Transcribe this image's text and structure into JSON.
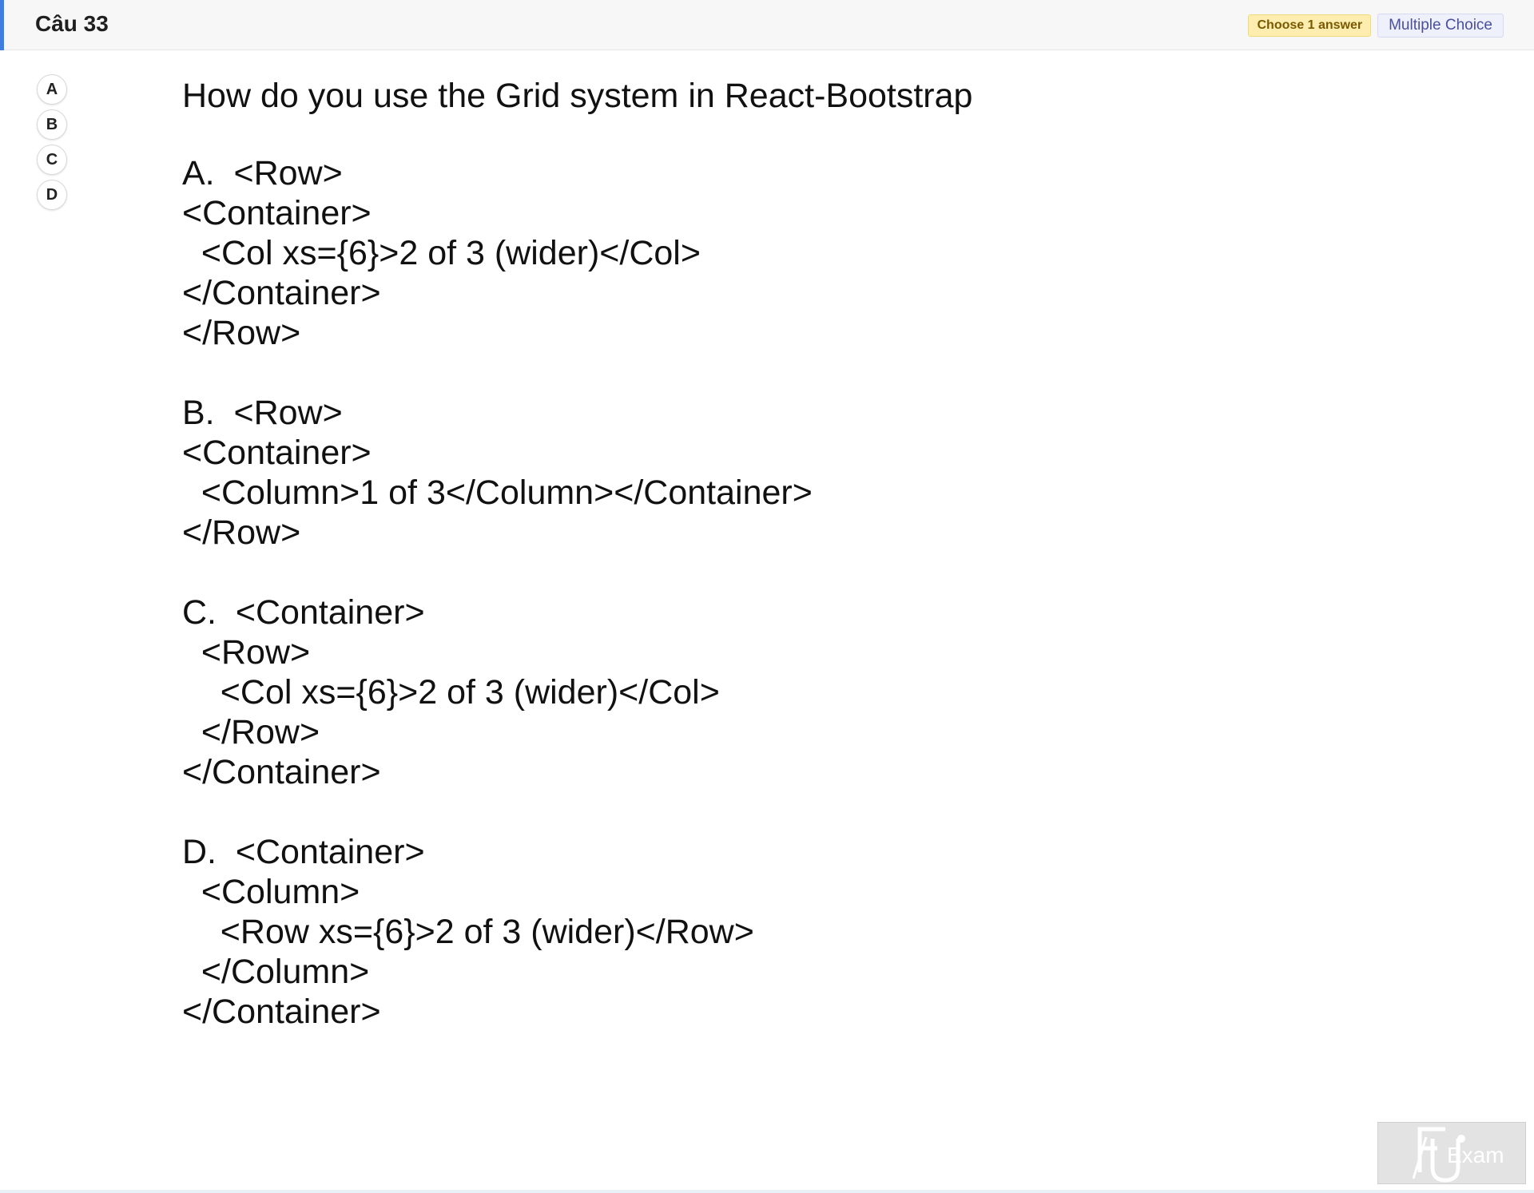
{
  "header": {
    "question_number": "Câu 33",
    "badge_choose": "Choose 1 answer",
    "badge_type": "Multiple Choice",
    "accent_color": "#3d7fe0"
  },
  "options": [
    {
      "label": "A"
    },
    {
      "label": "B"
    },
    {
      "label": "C"
    },
    {
      "label": "D"
    }
  ],
  "question": {
    "title": "How do you use the Grid system in React-Bootstrap",
    "blocks": [
      [
        "A.  <Row>",
        "<Container>",
        "  <Col xs={6}>2 of 3 (wider)</Col>",
        "</Container>",
        "</Row>"
      ],
      [
        "B.  <Row>",
        "<Container>",
        "  <Column>1 of 3</Column></Container>",
        "</Row>"
      ],
      [
        "C.  <Container>",
        "  <Row>",
        "    <Col xs={6}>2 of 3 (wider)</Col>",
        "  </Row>",
        "</Container>"
      ],
      [
        "D.  <Container>",
        "  <Column>",
        "    <Row xs={6}>2 of 3 (wider)</Row>",
        "  </Column>",
        "</Container>"
      ]
    ]
  },
  "watermark": {
    "text": "Exam",
    "icon": "fu-exam-logo"
  }
}
